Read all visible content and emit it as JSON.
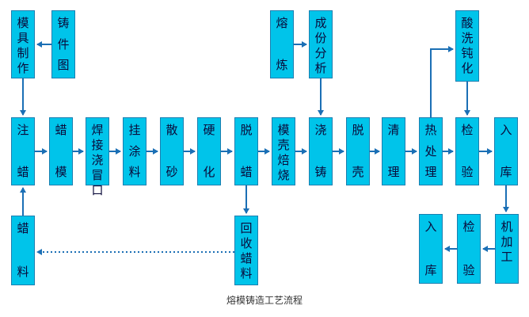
{
  "colors": {
    "box_fill": "#00c4ea",
    "box_border": "#1a7fb0",
    "text": "#0a0a3a",
    "arrow": "#1b6fb5"
  },
  "nodes": [
    {
      "id": "mold-making",
      "label": "模具制作"
    },
    {
      "id": "casting-drawing",
      "label": "铸件图"
    },
    {
      "id": "smelting",
      "label": "熔炼"
    },
    {
      "id": "composition-analysis",
      "label": "成份分析"
    },
    {
      "id": "pickling-passivation",
      "label": "酸洗钝化"
    },
    {
      "id": "wax-injection",
      "label": "注蜡"
    },
    {
      "id": "wax-pattern",
      "label": "蜡模"
    },
    {
      "id": "weld-sprue",
      "label": "焊接浇冒口"
    },
    {
      "id": "coating",
      "label": "挂涂料"
    },
    {
      "id": "sanding",
      "label": "散砂"
    },
    {
      "id": "hardening",
      "label": "硬化"
    },
    {
      "id": "dewaxing",
      "label": "脱蜡"
    },
    {
      "id": "shell-baking",
      "label": "模壳焙烧"
    },
    {
      "id": "pouring",
      "label": "浇铸"
    },
    {
      "id": "shell-removal",
      "label": "脱壳"
    },
    {
      "id": "cleaning",
      "label": "清理"
    },
    {
      "id": "heat-treatment",
      "label": "热处理"
    },
    {
      "id": "inspection-1",
      "label": "检验"
    },
    {
      "id": "warehouse-1",
      "label": "入库"
    },
    {
      "id": "wax-material",
      "label": "蜡料"
    },
    {
      "id": "wax-recovery",
      "label": "回收蜡料"
    },
    {
      "id": "machining",
      "label": "机加工"
    },
    {
      "id": "inspection-2",
      "label": "检验"
    },
    {
      "id": "warehouse-2",
      "label": "入库"
    }
  ],
  "caption": "熔模铸造工艺流程"
}
